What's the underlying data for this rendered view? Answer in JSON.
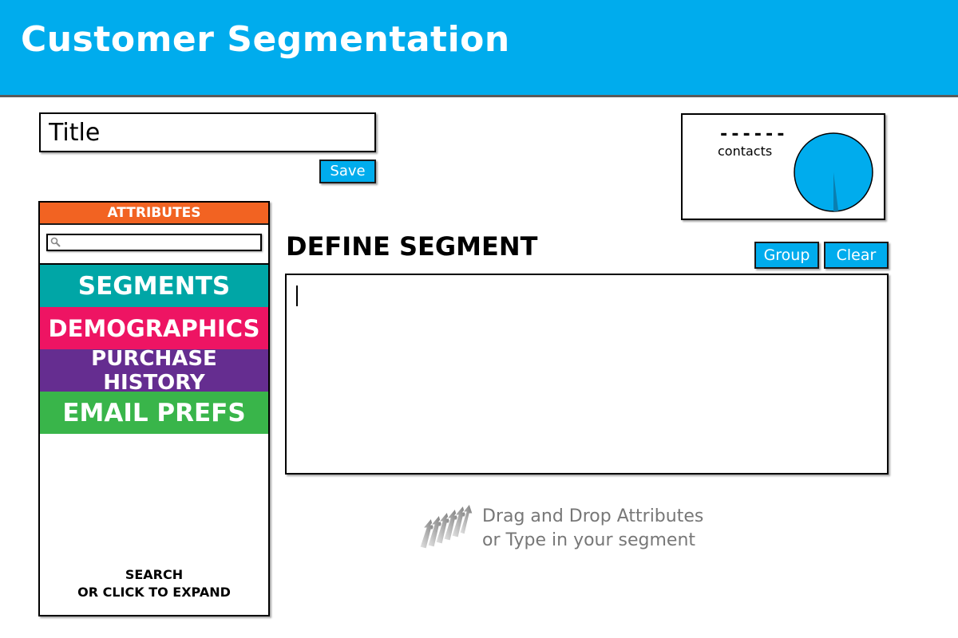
{
  "header": {
    "title": "Customer Segmentation"
  },
  "title_field": {
    "placeholder": "Title"
  },
  "toolbar": {
    "save_label": "Save",
    "group_label": "Group",
    "clear_label": "Clear"
  },
  "contacts": {
    "count": "------",
    "label": "contacts",
    "pie_color": "#00aced",
    "slice_color": "#0a7fb0",
    "slice_fraction": 0.02
  },
  "attributes": {
    "header": "ATTRIBUTES",
    "search_placeholder": "",
    "categories": [
      {
        "label": "SEGMENTS",
        "color": "#00a6a6"
      },
      {
        "label": "DEMOGRAPHICS",
        "color": "#ee1463"
      },
      {
        "label": "PURCHASE HISTORY",
        "color": "#652d90"
      },
      {
        "label": "EMAIL PREFS",
        "color": "#39b54a"
      }
    ],
    "hint_line1": "SEARCH",
    "hint_line2": "OR CLICK TO EXPAND"
  },
  "define": {
    "title": "DEFINE SEGMENT",
    "drag_hint_line1": "Drag and Drop Attributes",
    "drag_hint_line2": "or Type in your segment"
  },
  "colors": {
    "brand": "#00aced",
    "attributes_header": "#f26322"
  },
  "icons": {
    "search": "search-icon",
    "drag": "drag-arrows-icon"
  }
}
